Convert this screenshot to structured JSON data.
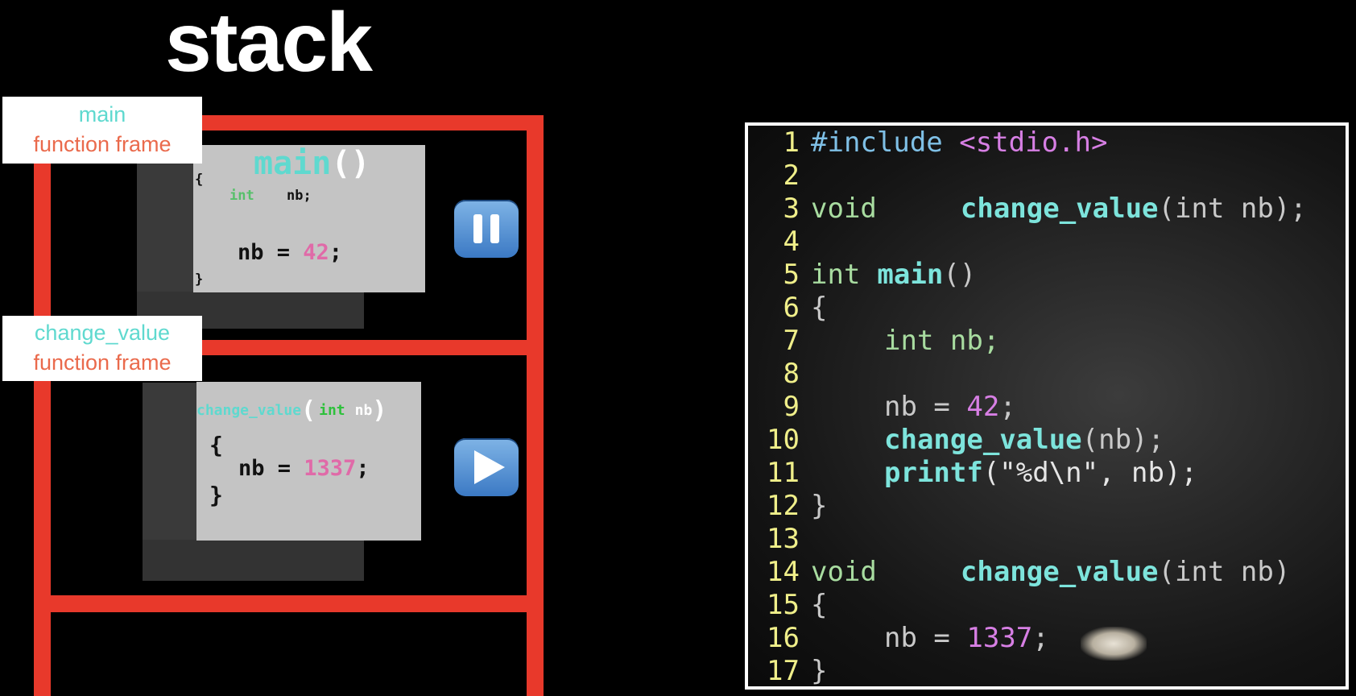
{
  "title": "stack",
  "frames": {
    "main": {
      "name": "main",
      "kind": "function frame"
    },
    "change_value": {
      "name": "change_value",
      "kind": "function frame"
    }
  },
  "main_box": {
    "func": "main",
    "parens": "()",
    "open": "{",
    "decl_type": "int",
    "decl_name": "nb;",
    "assign_lhs": "nb = ",
    "assign_val": "42",
    "assign_end": ";",
    "close": "}"
  },
  "cv_box": {
    "func": "change_value",
    "paren_open": "(",
    "param_type": "int",
    "param_name": "nb",
    "paren_close": ")",
    "open": "{",
    "assign_lhs": "nb = ",
    "assign_val": "1337",
    "assign_end": ";",
    "close": "}"
  },
  "controls": {
    "pause": "pause-icon",
    "play": "play-icon"
  },
  "code": {
    "lines": [
      {
        "n": "1"
      },
      {
        "n": "2"
      },
      {
        "n": "3"
      },
      {
        "n": "4"
      },
      {
        "n": "5"
      },
      {
        "n": "6"
      },
      {
        "n": "7"
      },
      {
        "n": "8"
      },
      {
        "n": "9"
      },
      {
        "n": "10"
      },
      {
        "n": "11"
      },
      {
        "n": "12"
      },
      {
        "n": "13"
      },
      {
        "n": "14"
      },
      {
        "n": "15"
      },
      {
        "n": "16"
      },
      {
        "n": "17"
      }
    ],
    "tokens": {
      "l1_inc": "#include ",
      "l1_hdr": "<stdio.h>",
      "l3_kw": "void",
      "l3_fn": "change_value",
      "l3_rest": "(int nb);",
      "l5_kw": "int",
      "l5_fn": "main",
      "l5_rest": "()",
      "l6": "{",
      "l7": "int nb;",
      "l9_lhs": "nb = ",
      "l9_num": "42",
      "l9_end": ";",
      "l10_fn": "change_value",
      "l10_rest": "(nb);",
      "l11_fn": "printf",
      "l11_rest": "(\"%d\\n\", nb);",
      "l12": "}",
      "l14_kw": "void",
      "l14_fn": "change_value",
      "l14_rest": "(int nb)",
      "l15": "{",
      "l16_lhs": "nb = ",
      "l16_num": "1337",
      "l16_end": ";",
      "l17": "}"
    }
  }
}
